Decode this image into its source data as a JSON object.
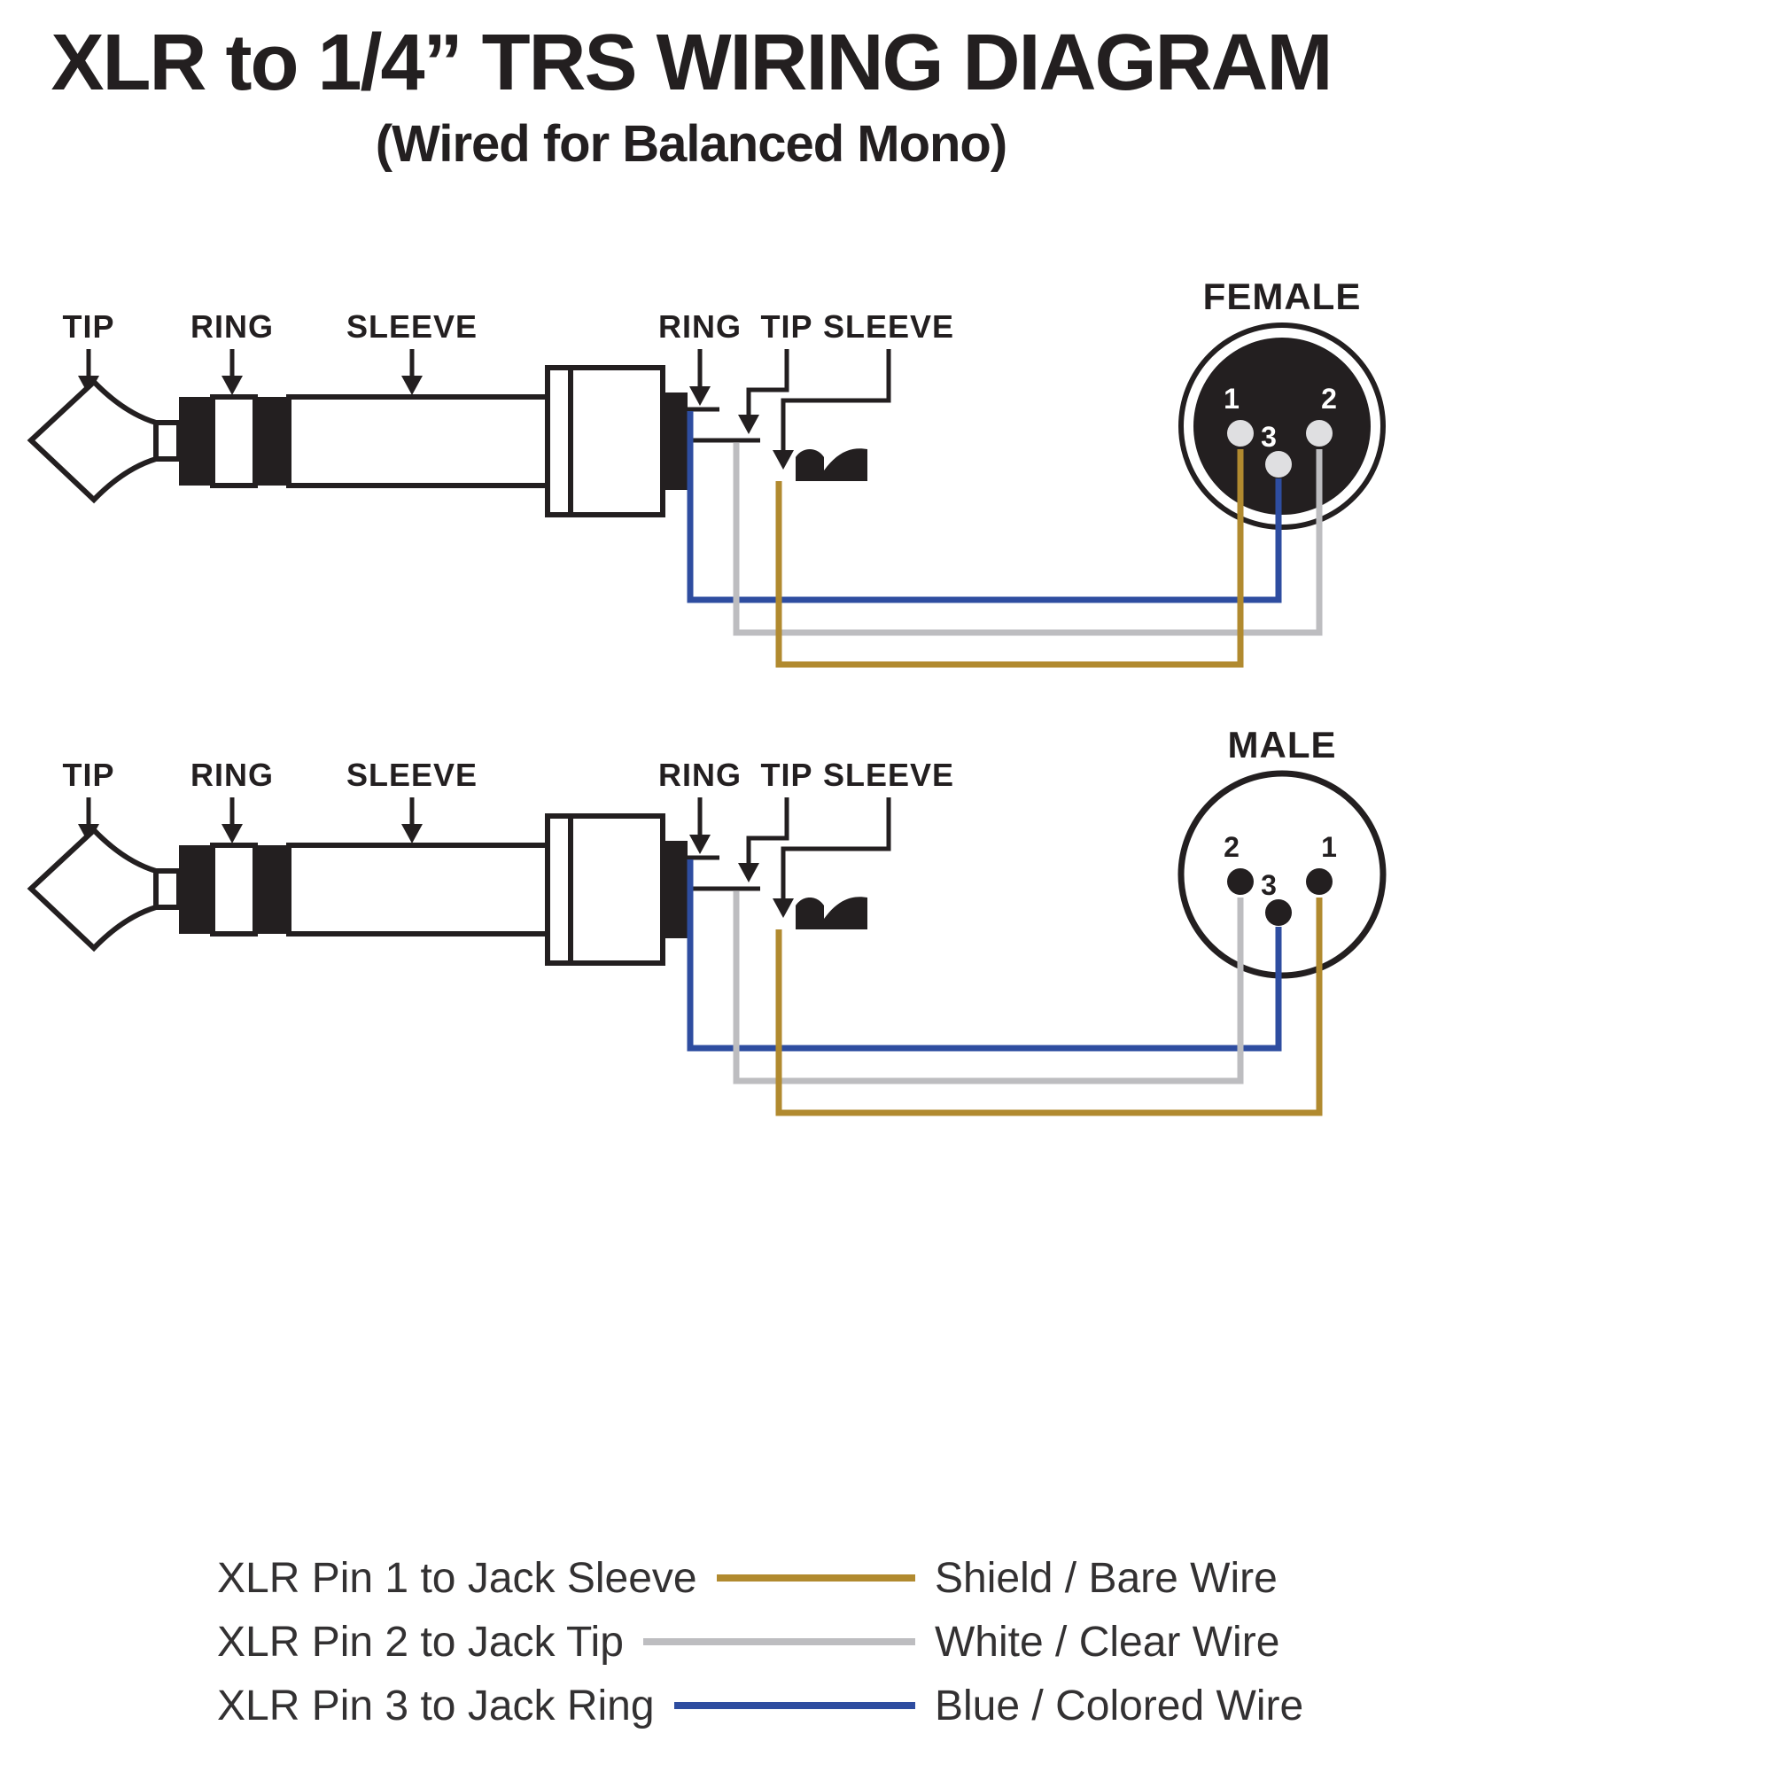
{
  "title": "XLR to 1/4” TRS WIRING DIAGRAM",
  "subtitle": "(Wired for Balanced Mono)",
  "colors": {
    "ink": "#231f20",
    "gold": "#b18a2f",
    "gray": "#bdbdc0",
    "blue": "#2e4da0"
  },
  "jack": {
    "tip": "TIP",
    "ring": "RING",
    "sleeve": "SLEEVE"
  },
  "female": {
    "label": "FEMALE",
    "pin_left": "1",
    "pin_right": "2",
    "pin_center": "3"
  },
  "male": {
    "label": "MALE",
    "pin_left": "2",
    "pin_right": "1",
    "pin_center": "3"
  },
  "legend": {
    "rows": [
      {
        "left": "XLR Pin 1 to Jack Sleeve",
        "right": "Shield / Bare Wire",
        "wire": "gold"
      },
      {
        "left": "XLR Pin 2 to Jack Tip",
        "right": "White / Clear Wire",
        "wire": "gray"
      },
      {
        "left": "XLR Pin 3 to Jack Ring",
        "right": "Blue / Colored Wire",
        "wire": "blue"
      }
    ]
  }
}
